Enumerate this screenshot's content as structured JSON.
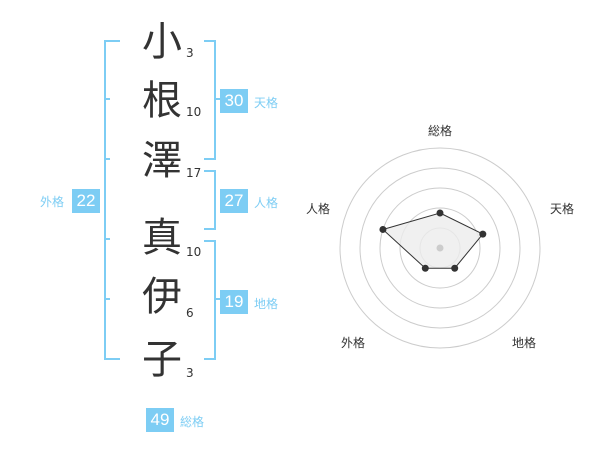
{
  "name": {
    "characters": [
      {
        "char": "小",
        "strokes": "3"
      },
      {
        "char": "根",
        "strokes": "10"
      },
      {
        "char": "澤",
        "strokes": "17"
      },
      {
        "char": "真",
        "strokes": "10"
      },
      {
        "char": "伊",
        "strokes": "6"
      },
      {
        "char": "子",
        "strokes": "3"
      }
    ]
  },
  "grades": {
    "tenkaku": {
      "value": "30",
      "label": "天格"
    },
    "jinkaku": {
      "value": "27",
      "label": "人格"
    },
    "chikaku": {
      "value": "19",
      "label": "地格"
    },
    "gaikaku": {
      "value": "22",
      "label": "外格"
    },
    "soukaku": {
      "value": "49",
      "label": "総格"
    }
  },
  "radar": {
    "labels": {
      "soukaku": "総格",
      "tenkaku": "天格",
      "chikaku": "地格",
      "gaikaku": "外格",
      "jinkaku": "人格"
    },
    "scores_fraction": {
      "soukaku": 0.35,
      "tenkaku": 0.45,
      "chikaku": 0.25,
      "gaikaku": 0.25,
      "jinkaku": 0.6
    },
    "colors": {
      "accent": "#7dcdf4",
      "fill": "#ececec",
      "line": "#333333",
      "ring": "#cccccc"
    }
  }
}
